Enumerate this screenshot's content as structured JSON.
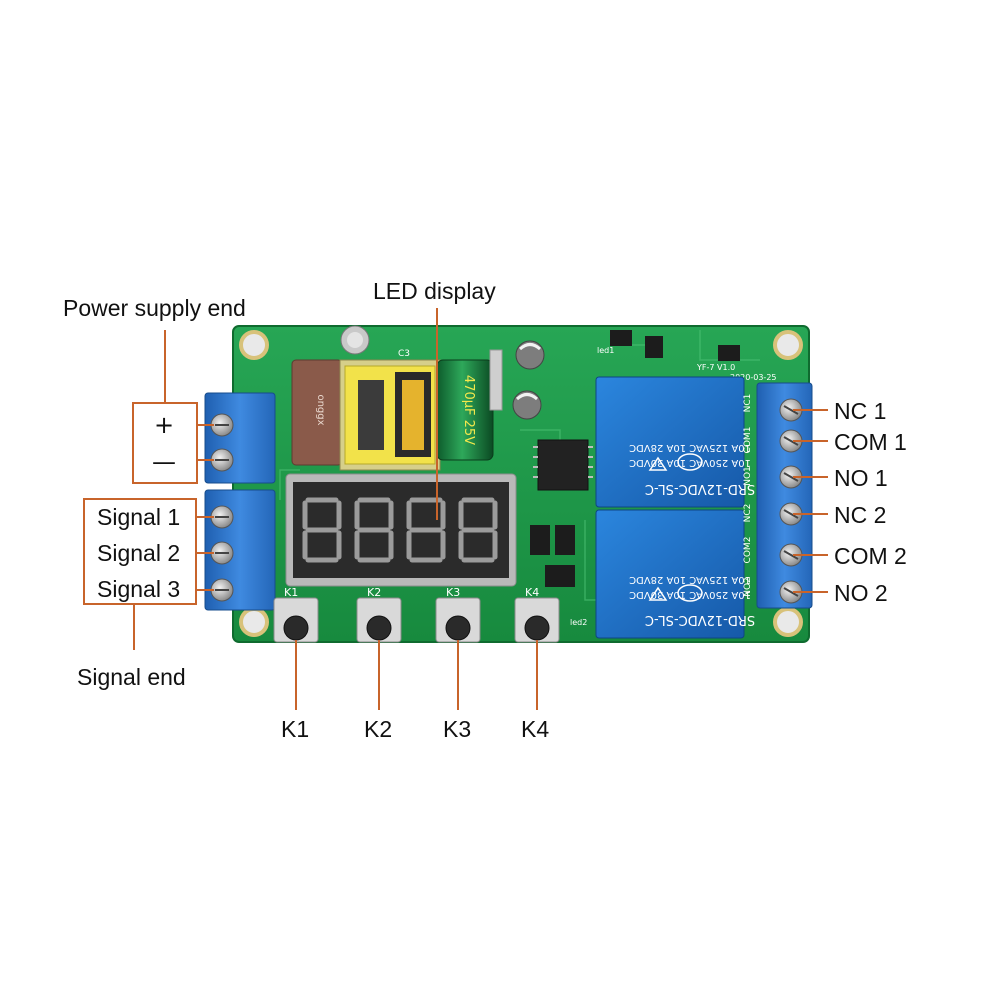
{
  "callouts": {
    "power_supply": "Power supply end",
    "plus": "+",
    "minus": "—",
    "led_display": "LED display",
    "signal_1": "Signal 1",
    "signal_2": "Signal 2",
    "signal_3": "Signal 3",
    "signal_end": "Signal end",
    "k1": "K1",
    "k2": "K2",
    "k3": "K3",
    "k4": "K4",
    "nc1": "NC 1",
    "com1": "COM 1",
    "no1": "NO 1",
    "nc2": "NC 2",
    "com2": "COM 2",
    "no2": "NO 2"
  },
  "board": {
    "relay_model": "SRD-12VDC-SL-C",
    "relay_rating_1": "10A 250VAC  10A 30VDC",
    "relay_rating_2": "10A 125VAC  10A 28VDC",
    "capacitor_label": "470µF 25V",
    "board_version": "YF-7 V1.0",
    "board_date": "2020-03-25",
    "terminal_silk": [
      "NC1",
      "COM1",
      "NO1",
      "NC2",
      "COM2",
      "NO2"
    ],
    "button_silk": [
      "K1",
      "K2",
      "K3",
      "K4"
    ],
    "led1": "led1",
    "led2": "led2",
    "cap_c3": "C3"
  },
  "colors": {
    "callout_line": "#c8642b",
    "pcb_green": "#1f9a4a",
    "relay_blue": "#1b6fc4",
    "terminal_blue": "#2a74c9"
  }
}
